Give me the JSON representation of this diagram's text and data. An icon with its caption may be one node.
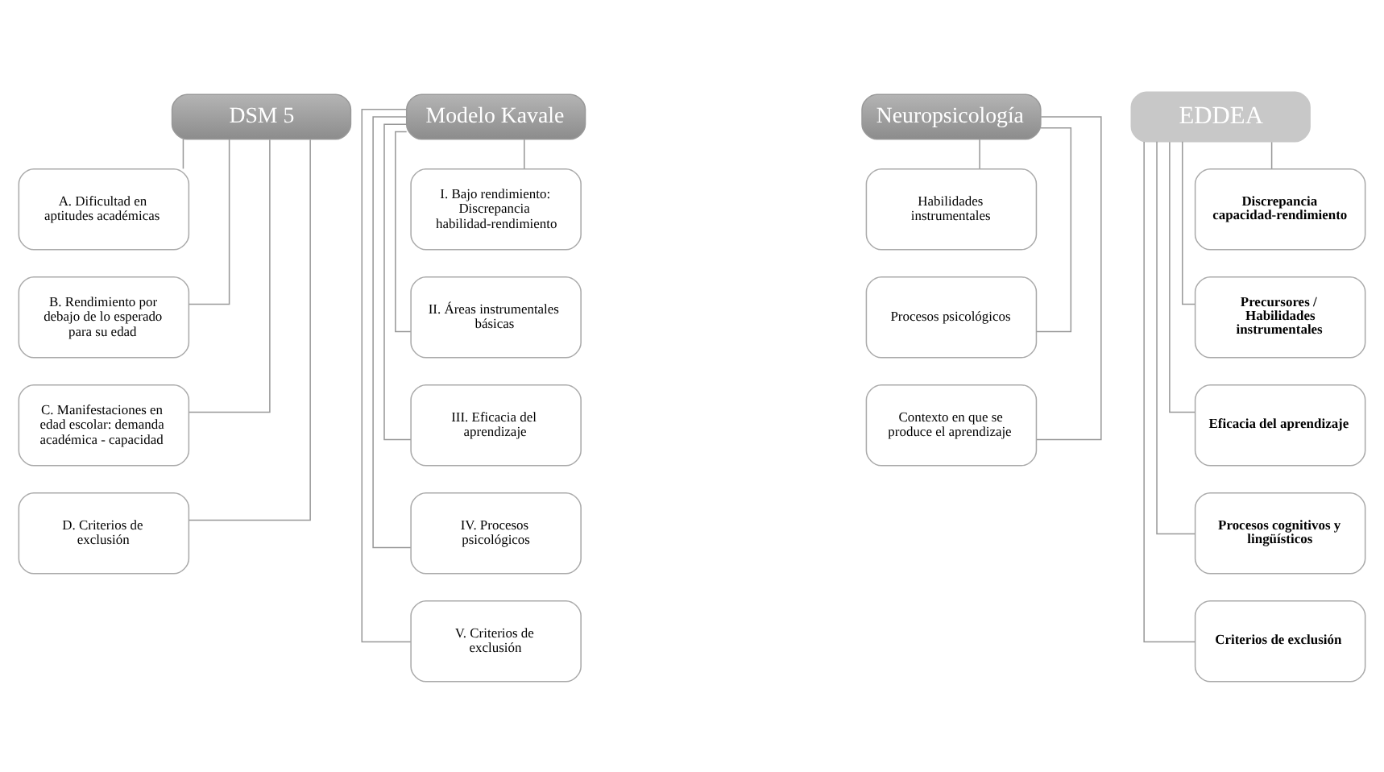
{
  "diagram": {
    "nodes": [
      {
        "text": [
          "DSM 5"
        ]
      },
      {
        "text": [
          "A. Dificultad en aptitudes académicas"
        ]
      },
      {
        "text": [
          "B. Rendimiento por debajo de lo esperado para su edad"
        ]
      },
      {
        "text": [
          "C. Manifestaciones en edad escolar: demanda académica - capacidad"
        ]
      },
      {
        "text": [
          "D. Criterios de exclusión"
        ]
      },
      {
        "text": [
          "Modelo Kavale"
        ]
      },
      {
        "text": [
          "I. Bajo rendimiento: Discrepancia habilidad-rendimiento"
        ]
      },
      {
        "text": [
          "II. Áreas instrumentales básicas"
        ]
      },
      {
        "text": [
          "III. Eficacia del aprendizaje"
        ]
      },
      {
        "text": [
          "IV. Procesos psicológicos"
        ]
      },
      {
        "text": [
          "V. Criterios de exclusión"
        ]
      },
      {
        "text": [
          "Neuropsicología"
        ]
      },
      {
        "text": [
          "Habilidades instrumentales"
        ]
      },
      {
        "text": [
          "Procesos psicológicos"
        ]
      },
      {
        "text": [
          "Contexto en que se produce el aprendizaje"
        ]
      },
      {
        "text": [
          "EDDEA"
        ]
      },
      {
        "text": [
          "Discrepancia capacidad-rendimiento"
        ]
      },
      {
        "text": [
          "Precursores / Habilidades instrumentales"
        ]
      },
      {
        "text": [
          "Eficacia del aprendizaje"
        ]
      },
      {
        "text": [
          "Procesos cognitivos y lingüísticos"
        ]
      },
      {
        "text": [
          "Criterios de exclusión"
        ]
      }
    ],
    "edges": [
      {
        "from": 0,
        "to": 1,
        "arrow": "none"
      },
      {
        "from": 0,
        "to": 2,
        "arrow": "none"
      },
      {
        "from": 0,
        "to": 3,
        "arrow": "none"
      },
      {
        "from": 0,
        "to": 4,
        "arrow": "none"
      },
      {
        "from": 5,
        "to": 6,
        "arrow": "none"
      },
      {
        "from": 5,
        "to": 7,
        "arrow": "none"
      },
      {
        "from": 5,
        "to": 8,
        "arrow": "none"
      },
      {
        "from": 5,
        "to": 9,
        "arrow": "none"
      },
      {
        "from": 5,
        "to": 10,
        "arrow": "none"
      },
      {
        "from": 11,
        "to": 12,
        "arrow": "none"
      },
      {
        "from": 11,
        "to": 13,
        "arrow": "none"
      },
      {
        "from": 11,
        "to": 14,
        "arrow": "none"
      },
      {
        "from": 15,
        "to": 16,
        "arrow": "none"
      },
      {
        "from": 15,
        "to": 17,
        "arrow": "none"
      },
      {
        "from": 15,
        "to": 18,
        "arrow": "none"
      },
      {
        "from": 15,
        "to": 19,
        "arrow": "none"
      },
      {
        "from": 15,
        "to": 20,
        "arrow": "none"
      }
    ]
  }
}
